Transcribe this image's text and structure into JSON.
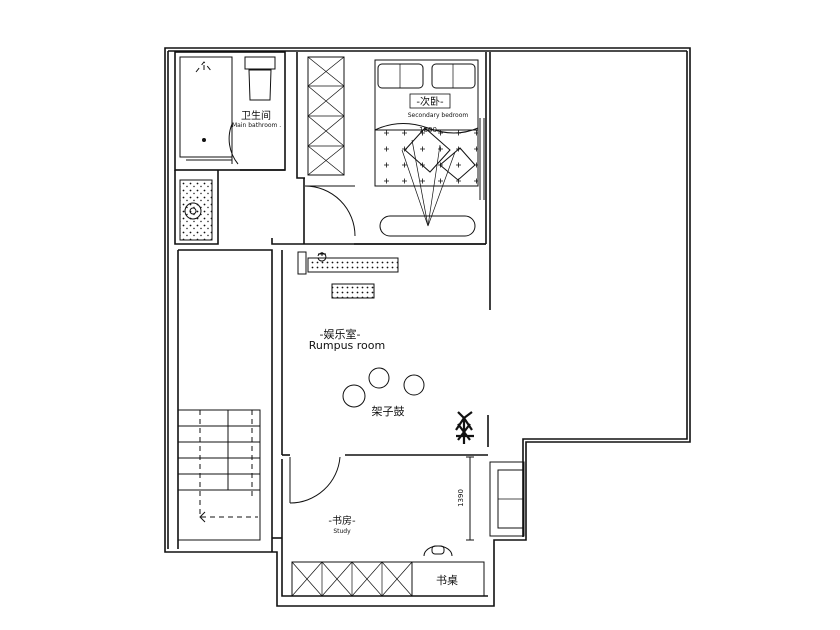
{
  "rooms": {
    "main_bathroom": {
      "label_cn": "卫生间",
      "label_en": "Main bathroom ."
    },
    "secondary_bedroom": {
      "label_cn": "-次卧-",
      "label_en": "Secondary bedroom",
      "dimension": "1800"
    },
    "rumpus_room": {
      "label_cn": "-娱乐室-",
      "label_en": "Rumpus room"
    },
    "drum_kit": {
      "label_cn": "架子鼓"
    },
    "study": {
      "label_cn": "-书房-",
      "label_en": "Study",
      "dimension": "1390"
    },
    "desk": {
      "label_cn": "书桌"
    }
  }
}
